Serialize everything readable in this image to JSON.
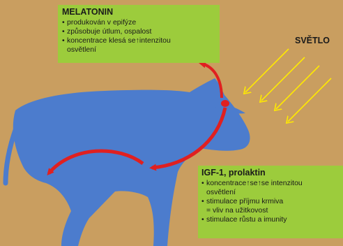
{
  "melatonin": {
    "title": "MELATONIN",
    "items": [
      "produkován v epifýze",
      "způsobuje útlum, ospalost",
      "koncentrace klesá se↑intenzitou\nosvětlení"
    ]
  },
  "light": {
    "label": "SVĚTLO",
    "color": "#ffea00"
  },
  "igf": {
    "title": "IGF-1, prolaktin",
    "items": [
      "koncentrace↑se↑se intenzitou\nosvětlení",
      "stimulace příjmu krmiva\n= vliv na užitkovost",
      "stimulace růstu a imunity"
    ]
  },
  "colors": {
    "background": "#c99e60",
    "cow": "#4c7ccd",
    "arrow": "#e02020",
    "box": "#9ccc3c"
  }
}
